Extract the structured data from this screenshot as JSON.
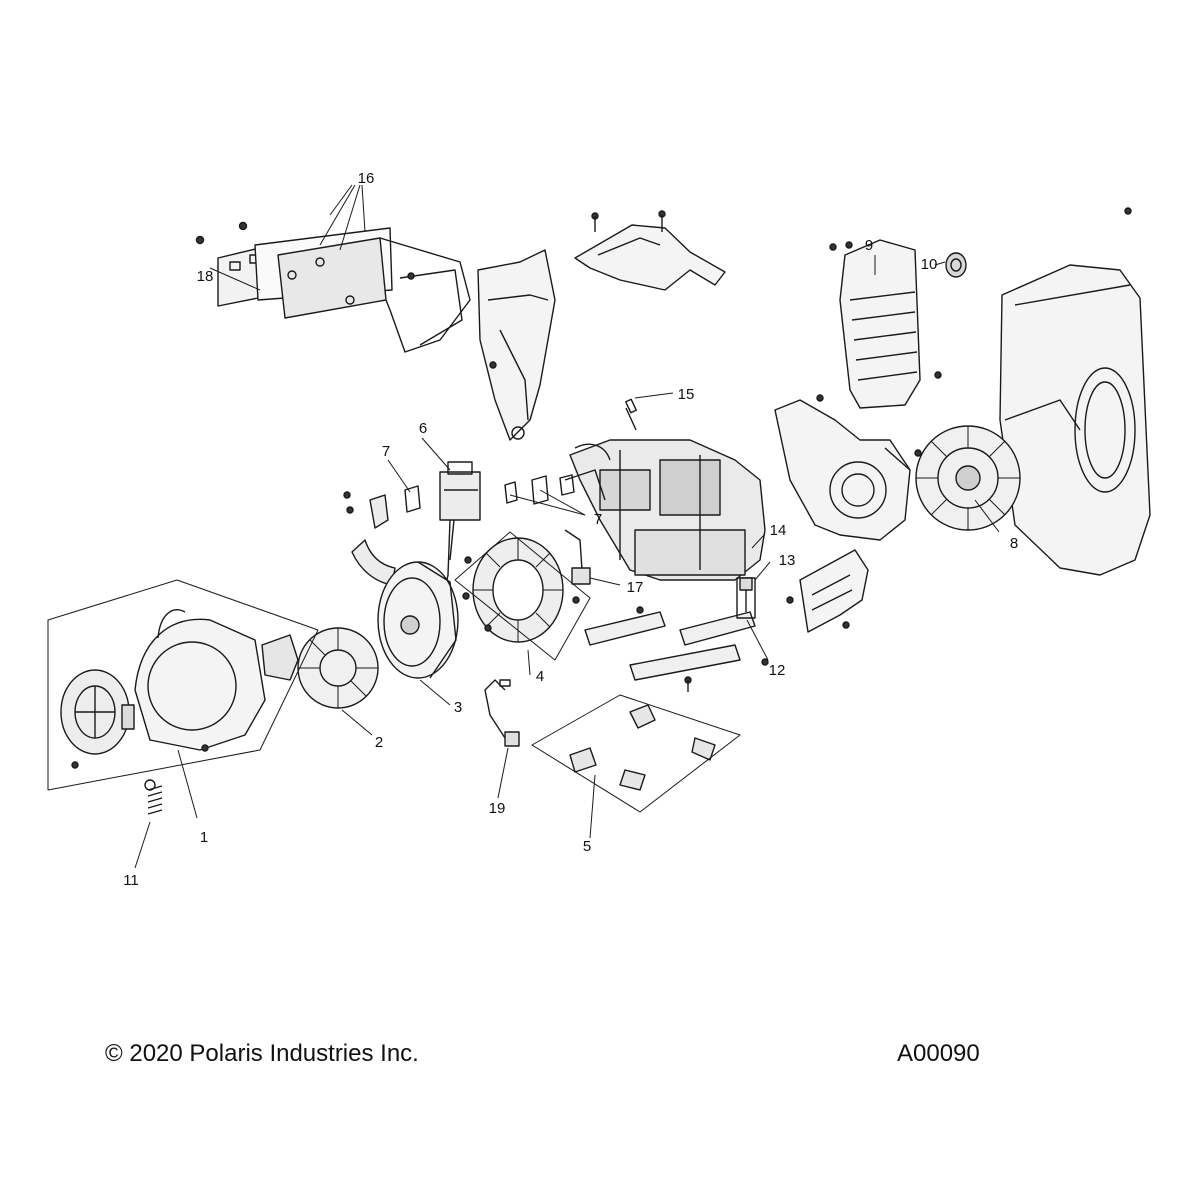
{
  "diagram": {
    "callouts": {
      "c1": "1",
      "c2": "2",
      "c3": "3",
      "c4": "4",
      "c5": "5",
      "c6": "6",
      "c7a": "7",
      "c7b": "7",
      "c8": "8",
      "c9": "9",
      "c10": "10",
      "c11": "11",
      "c12": "12",
      "c13": "13",
      "c14": "14",
      "c15": "15",
      "c16": "16",
      "c17": "17",
      "c18": "18",
      "c19": "19"
    }
  },
  "footer": {
    "copyright": "© 2020 Polaris Industries Inc.",
    "figure_id": "A00090"
  }
}
